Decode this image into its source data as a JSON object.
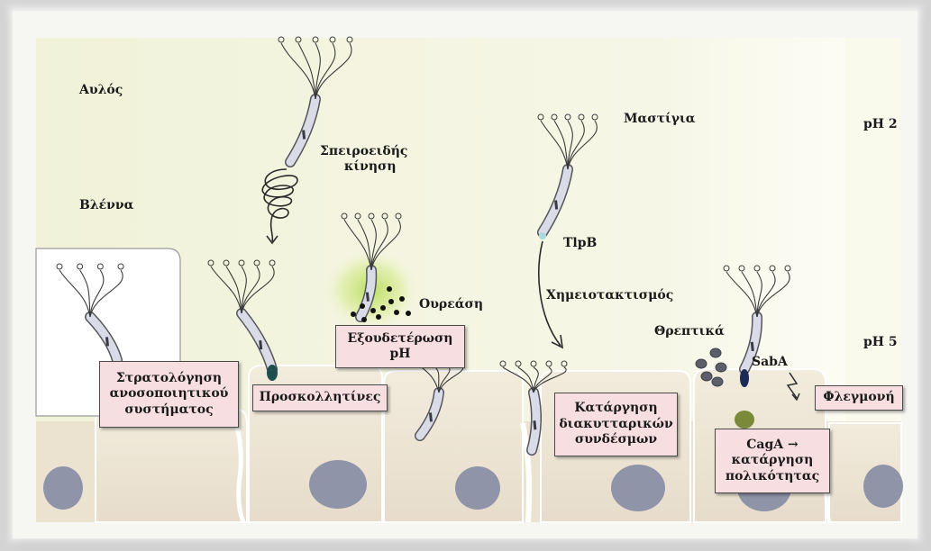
{
  "labels": {
    "lumen": "Αυλός",
    "mucus": "Βλέννα",
    "ph2": "pH 2",
    "ph5": "pH 5",
    "spiral_1": "Σπειροειδής",
    "spiral_2": "κίνηση",
    "flagella": "Μαστίγια",
    "tlpb": "TlpB",
    "chemotaxis": "Χημειοτακτισμός",
    "urease": "Ουρεάση",
    "nutrients": "Θρεπτικά",
    "saba": "SabA"
  },
  "boxes": {
    "recruitment": [
      "Στρατολόγηση",
      "ανοσοποιητικού",
      "συστήματος"
    ],
    "adhesins": [
      "Προσκολλητίνες"
    ],
    "neutralization": [
      "Εξουδετέρωση",
      "pH"
    ],
    "junctions": [
      "Κατάργηση",
      "διακυτταρικών",
      "συνδέσμων"
    ],
    "inflammation": [
      "Φλεγμονή"
    ],
    "caga": [
      "CagA →",
      "κατάργηση",
      "πολικότητας"
    ]
  },
  "colors": {
    "background_lumen": "#f3f4e0",
    "cell": "#ede2d1",
    "nucleus": "#8f94a8",
    "box_fill": "#f7dfe1",
    "urease_glow": "#c9e36f",
    "adhesin": "#1f4f4f",
    "saba_receptor": "#1c2a55",
    "caga": "#7b8a3a",
    "nutrient": "#5c5f6a"
  }
}
